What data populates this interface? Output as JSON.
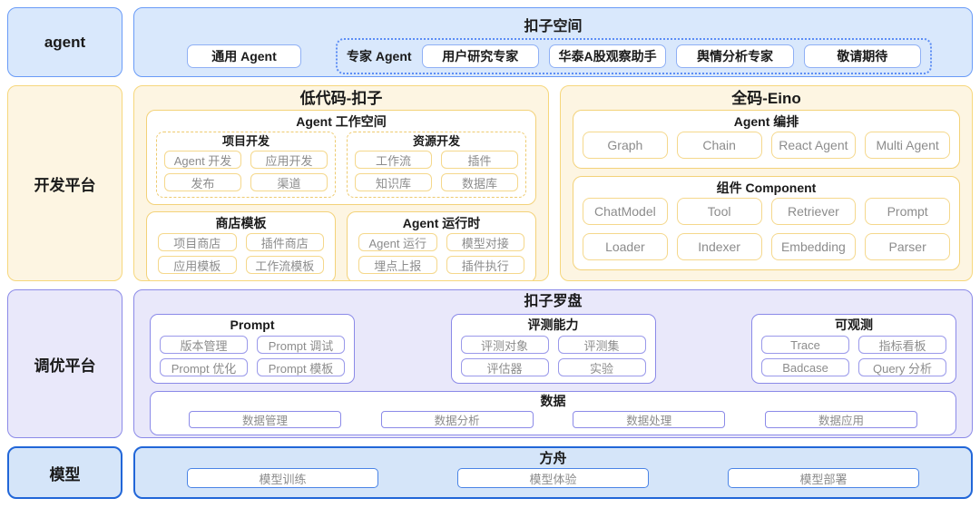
{
  "colors": {
    "accent_blue": "#699bf7",
    "accent_blue_strong": "#2166d8",
    "blue_bg": "#d9e8fc",
    "blue_strong_bg": "#d5e5f9",
    "accent_yellow": "#f6d77c",
    "yellow_bg": "#fdf5e2",
    "accent_purple": "#8b8ae8",
    "purple_bg": "#e9e8fa",
    "chip_text": "#8c8c8c",
    "text_dark": "#1a1a1a"
  },
  "agent_row": {
    "side_label": "agent",
    "panel_title": "扣子空间",
    "general_agent": "通用 Agent",
    "expert_label": "专家 Agent",
    "expert_buttons": [
      "用户研究专家",
      "华泰A股观察助手",
      "舆情分析专家",
      "敬请期待"
    ]
  },
  "dev_row": {
    "side_label": "开发平台",
    "coze": {
      "title": "低代码-扣子",
      "workspace": {
        "title": "Agent 工作空间",
        "groups": [
          {
            "title": "项目开发",
            "chips": [
              "Agent 开发",
              "应用开发",
              "发布",
              "渠道"
            ]
          },
          {
            "title": "资源开发",
            "chips": [
              "工作流",
              "插件",
              "知识库",
              "数据库"
            ]
          }
        ]
      },
      "store": {
        "title": "商店模板",
        "chips": [
          "项目商店",
          "插件商店",
          "应用模板",
          "工作流模板"
        ]
      },
      "runtime": {
        "title": "Agent 运行时",
        "chips": [
          "Agent 运行",
          "模型对接",
          "埋点上报",
          "插件执行"
        ]
      }
    },
    "eino": {
      "title": "全码-Eino",
      "orchestration": {
        "title": "Agent 编排",
        "chips": [
          "Graph",
          "Chain",
          "React Agent",
          "Multi Agent"
        ]
      },
      "component": {
        "title": "组件 Component",
        "chips": [
          "ChatModel",
          "Tool",
          "Retriever",
          "Prompt",
          "Loader",
          "Indexer",
          "Embedding",
          "Parser"
        ]
      }
    }
  },
  "tuning_row": {
    "side_label": "调优平台",
    "panel_title": "扣子罗盘",
    "boxes": [
      {
        "title": "Prompt",
        "chips": [
          "版本管理",
          "Prompt 调试",
          "Prompt 优化",
          "Prompt 模板"
        ]
      },
      {
        "title": "评测能力",
        "chips": [
          "评测对象",
          "评测集",
          "评估器",
          "实验"
        ]
      },
      {
        "title": "可观测",
        "chips": [
          "Trace",
          "指标看板",
          "Badcase",
          "Query 分析"
        ]
      }
    ],
    "data_box": {
      "title": "数据",
      "chips": [
        "数据管理",
        "数据分析",
        "数据处理",
        "数据应用"
      ]
    }
  },
  "model_row": {
    "side_label": "模型",
    "panel_title": "方舟",
    "chips": [
      "模型训练",
      "模型体验",
      "模型部署"
    ]
  }
}
